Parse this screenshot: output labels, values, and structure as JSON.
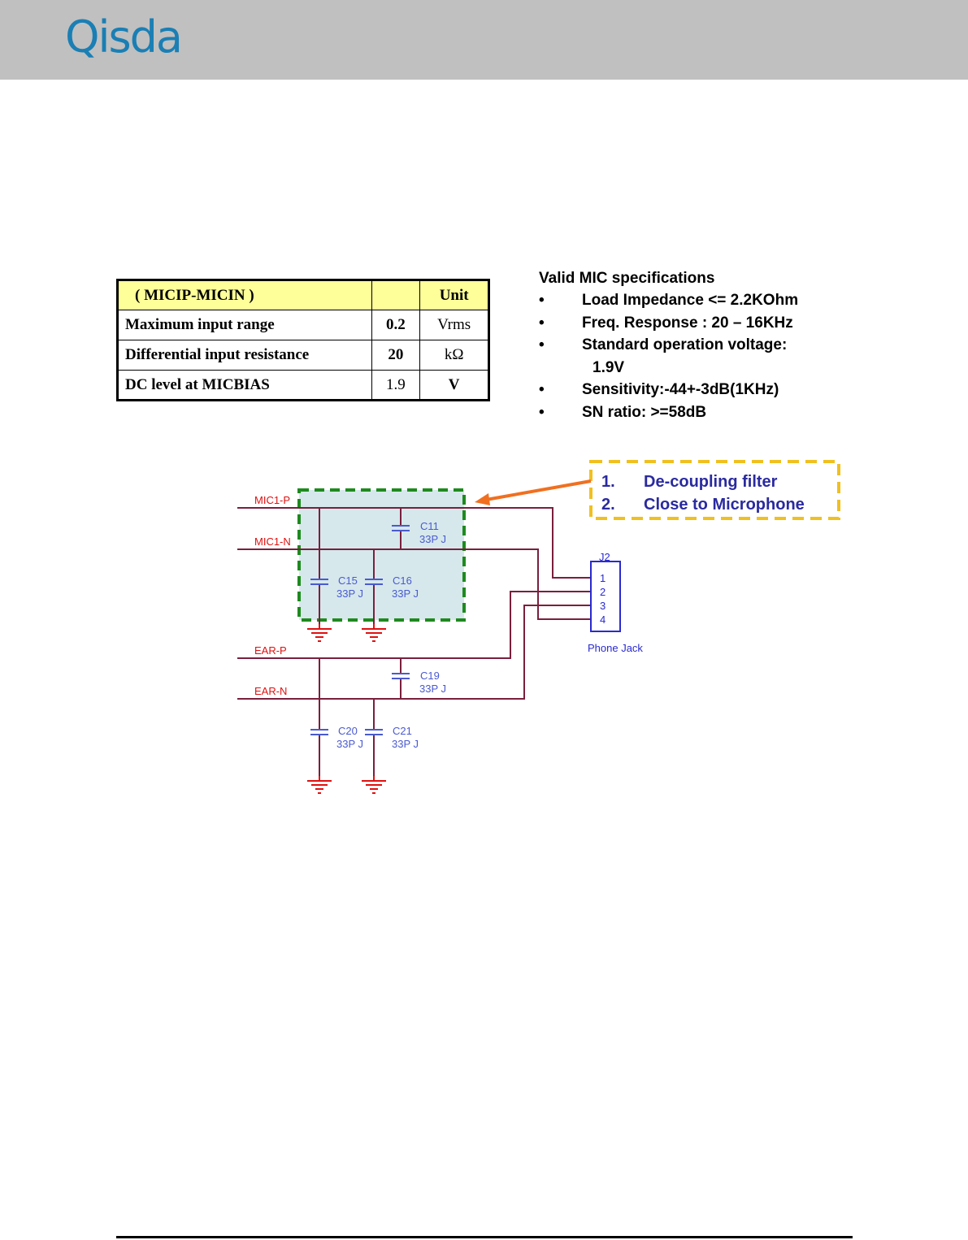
{
  "header": {
    "logo_text": "Qisda"
  },
  "spec_table": {
    "header": {
      "param": "(   MICIP-MICIN   )",
      "value": "",
      "unit": "Unit"
    },
    "rows": [
      {
        "param": "Maximum input range",
        "value": "0.2",
        "unit": "Vrms"
      },
      {
        "param": "Differential input resistance",
        "value": "20",
        "unit": "kΩ"
      },
      {
        "param": "DC level at MICBIAS",
        "value": "1.9",
        "unit": "V"
      }
    ]
  },
  "mic_specs": {
    "title": "Valid MIC specifications",
    "bullet": "•",
    "items": [
      {
        "text": "Load Impedance <= 2.2KOhm"
      },
      {
        "text": "Freq. Response : 20 – 16KHz"
      },
      {
        "text": "Standard operation voltage:",
        "continuation": "1.9V"
      },
      {
        "text": "Sensitivity:-44+-3dB(1KHz)"
      },
      {
        "text": "SN ratio: >=58dB"
      }
    ]
  },
  "schematic": {
    "nets": {
      "mic_p": "MIC1-P",
      "mic_n": "MIC1-N",
      "ear_p": "EAR-P",
      "ear_n": "EAR-N"
    },
    "capacitors": {
      "c11": {
        "ref": "C11",
        "value": "33P J"
      },
      "c15": {
        "ref": "C15",
        "value": "33P J"
      },
      "c16": {
        "ref": "C16",
        "value": "33P J"
      },
      "c19": {
        "ref": "C19",
        "value": "33P J"
      },
      "c20": {
        "ref": "C20",
        "value": "33P J"
      },
      "c21": {
        "ref": "C21",
        "value": "33P J"
      }
    },
    "connector": {
      "ref": "J2",
      "pins": [
        "1",
        "2",
        "3",
        "4"
      ],
      "label": "Phone Jack"
    },
    "callout": {
      "items": [
        {
          "num": "1.",
          "text": "De-coupling filter"
        },
        {
          "num": "2.",
          "text": "Close to Microphone"
        }
      ]
    },
    "colors": {
      "wire": "#7a1f3d",
      "net_label": "#e01010",
      "component": "#4a5ad0",
      "ground": "#e01010",
      "highlight_border": "#1e8a1e",
      "highlight_fill": "#d6e8ec",
      "callout_border": "#f0c020",
      "callout_text": "#2a2aa0",
      "arrow": "#f07020"
    }
  }
}
